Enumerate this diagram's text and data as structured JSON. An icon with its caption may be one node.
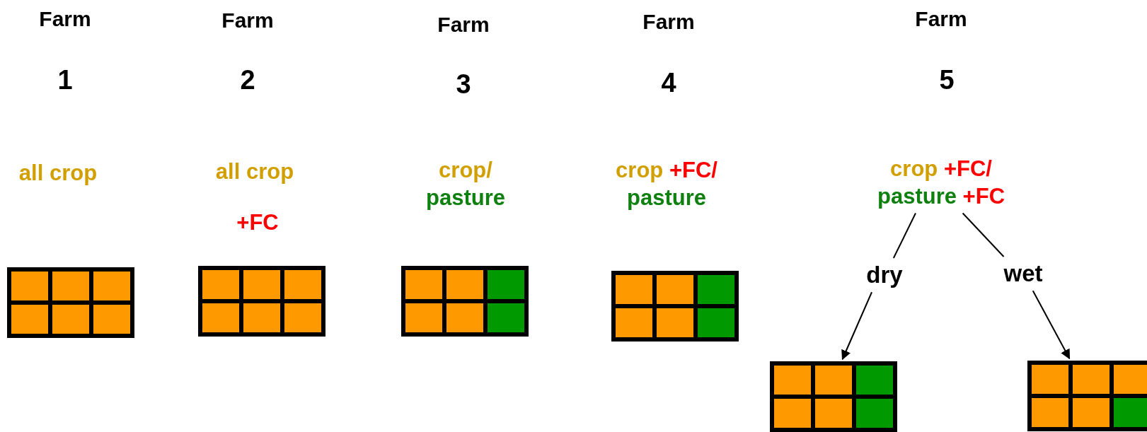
{
  "diagram": {
    "nodes": [
      {
        "text": [
          "crop +FC/ pasture +FC"
        ]
      },
      {
        "text": [
          "dry"
        ]
      },
      {
        "text": [
          "wet"
        ]
      },
      {
        "text": [],
        "shape": "grid"
      },
      {
        "text": [],
        "shape": "grid"
      },
      {
        "text": [],
        "shape": "grid"
      },
      {
        "text": [],
        "shape": "grid"
      },
      {
        "text": [],
        "shape": "grid"
      },
      {
        "text": [],
        "shape": "grid"
      }
    ],
    "edges": [
      {
        "from": 0,
        "to": 1,
        "arrow": "none"
      },
      {
        "from": 0,
        "to": 2,
        "arrow": "none"
      },
      {
        "from": 1,
        "to": 7,
        "arrow": "to"
      },
      {
        "from": 2,
        "to": 8,
        "arrow": "to"
      }
    ],
    "labels": [
      "Farm",
      "Farm",
      "Farm",
      "Farm",
      "Farm",
      "1",
      "2",
      "3",
      "4",
      "5",
      "all crop",
      "all crop",
      "crop/ pasture",
      "crop +FC/ pasture",
      "+FC"
    ]
  }
}
